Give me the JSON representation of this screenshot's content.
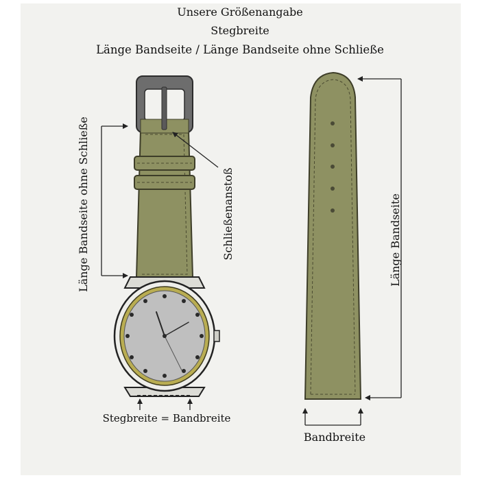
{
  "title_lines": [
    "Unsere Größenangabe",
    "Stegbreite",
    "Länge Bandseite / Länge Bandseite ohne Schließe"
  ],
  "labels": {
    "laenge_ohne_schliesse": "Länge Bandseite ohne Schließe",
    "schliessenanstoss": "Schließenanstoß",
    "laenge_bandseite": "Länge Bandseite",
    "stegbreite_bandbreite": "Stegbreite = Bandbreite",
    "bandbreite": "Bandbreite"
  },
  "colors": {
    "strap": "#8e9162",
    "strap_dark": "#5e5f3c",
    "buckle": "#6d6d6d",
    "dial": "#bfbfbf",
    "bezel": "#b9ad52",
    "background": "#f2f2ef"
  }
}
